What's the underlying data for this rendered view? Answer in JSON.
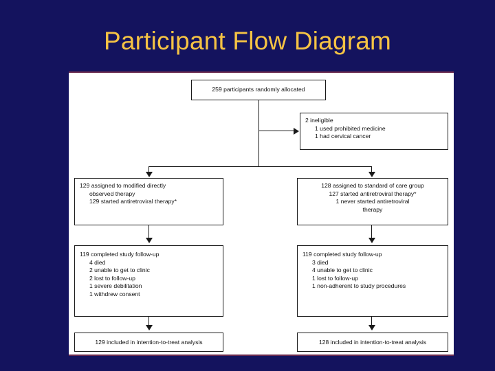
{
  "slide": {
    "title": "Participant Flow Diagram",
    "title_color": "#f5c344",
    "background_color": "#14135e",
    "panel_background": "#ffffff",
    "panel_rule_color": "#6b2a4e",
    "box_border_color": "#1a1a1a",
    "text_color": "#111111"
  },
  "diagram": {
    "type": "consort-flow",
    "enrollment": {
      "total": "259 participants randomly allocated"
    },
    "excluded": {
      "heading": "2 ineligible",
      "reasons": [
        "1 used prohibited medicine",
        "1 had cervical cancer"
      ]
    },
    "arms": [
      {
        "id": "modified-dot",
        "allocation": {
          "heading": "129 assigned to modified directly",
          "heading_cont": "observed therapy",
          "detail": "129 started antiretroviral therapy*"
        },
        "followup": {
          "heading": "119 completed study follow-up",
          "losses": [
            "4 died",
            "2 unable to get to clinic",
            "2 lost to follow-up",
            "1 severe debilitation",
            "1 withdrew consent"
          ]
        },
        "analysis": "129 included in intention-to-treat analysis"
      },
      {
        "id": "standard-of-care",
        "allocation": {
          "heading": "128 assigned to standard of care group",
          "detail": "127 started antiretroviral therapy*",
          "detail2": "1 never started antiretroviral",
          "detail2_cont": "therapy"
        },
        "followup": {
          "heading": "119 completed study follow-up",
          "losses": [
            "3 died",
            "4 unable to get to clinic",
            "1 lost to follow-up",
            "1 non-adherent to study procedures"
          ]
        },
        "analysis": "128 included in intention-to-treat analysis"
      }
    ]
  }
}
